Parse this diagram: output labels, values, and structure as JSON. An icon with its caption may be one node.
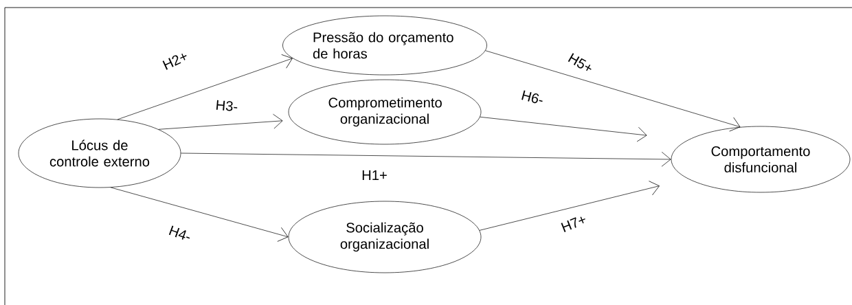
{
  "diagram": {
    "nodes": [
      {
        "text": [
          "Lócus de controle externo"
        ]
      },
      {
        "text": [
          "Pressão do orçamento de horas"
        ]
      },
      {
        "text": [
          "Comprometimento organizacional"
        ]
      },
      {
        "text": [
          "Socialização organizacional"
        ]
      },
      {
        "text": [
          "Comportamento disfuncional"
        ]
      }
    ],
    "edges": [
      {
        "from": 0,
        "to": 1,
        "arrow": "to",
        "label": "H2+"
      },
      {
        "from": 0,
        "to": 2,
        "arrow": "to",
        "label": "H3-"
      },
      {
        "from": 0,
        "to": 4,
        "arrow": "to",
        "label": "H1+"
      },
      {
        "from": 0,
        "to": 3,
        "arrow": "to",
        "label": "H4-"
      },
      {
        "from": 1,
        "to": 4,
        "arrow": "to",
        "label": "H5+"
      },
      {
        "from": 2,
        "to": 4,
        "arrow": "to",
        "label": "H6-"
      },
      {
        "from": 3,
        "to": 4,
        "arrow": "to",
        "label": "H7+"
      }
    ]
  }
}
